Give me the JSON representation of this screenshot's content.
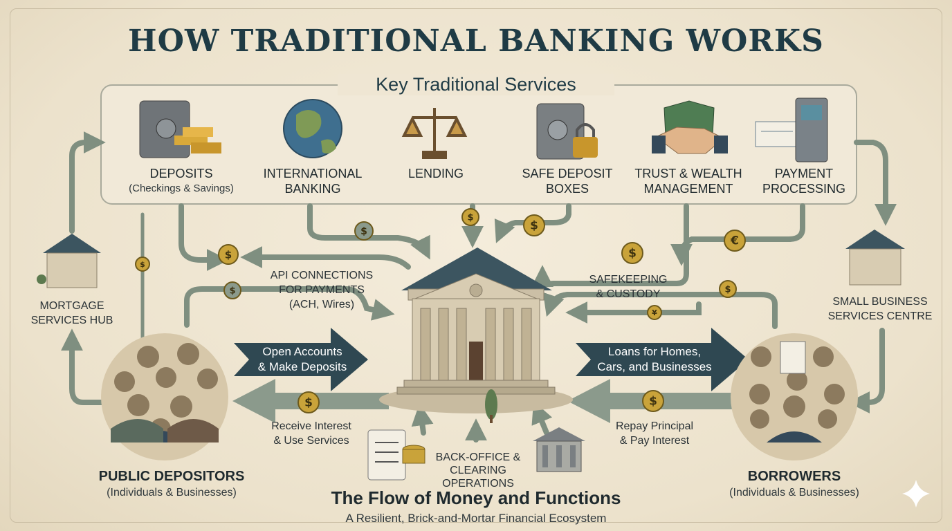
{
  "title": "HOW TRADITIONAL BANKING WORKS",
  "services": {
    "heading": "Key Traditional Services",
    "items": [
      {
        "line1": "DEPOSITS",
        "line2": "(Checkings & Savings)"
      },
      {
        "line1": "INTERNATIONAL",
        "line2": "BANKING"
      },
      {
        "line1": "LENDING",
        "line2": ""
      },
      {
        "line1": "SAFE DEPOSIT",
        "line2": "BOXES"
      },
      {
        "line1": "TRUST & WEALTH",
        "line2": "MANAGEMENT"
      },
      {
        "line1": "PAYMENT",
        "line2": "PROCESSING"
      }
    ]
  },
  "hubs": {
    "mortgage": {
      "line1": "MORTGAGE",
      "line2": "SERVICES HUB"
    },
    "small_business": {
      "line1": "SMALL BUSINESS",
      "line2": "SERVICES CENTRE"
    }
  },
  "flows": {
    "api": {
      "line1": "API CONNECTIONS",
      "line2": "FOR PAYMENTS",
      "line3": "(ACH, Wires)"
    },
    "safekeeping": {
      "line1": "SAFEKEEPING",
      "line2": "& CUSTODY"
    },
    "open_accounts": {
      "line1": "Open Accounts",
      "line2": "& Make Deposits"
    },
    "loans": {
      "line1": "Loans for Homes,",
      "line2": "Cars, and Businesses"
    },
    "receive_interest": {
      "line1": "Receive Interest",
      "line2": "& Use Services"
    },
    "repay": {
      "line1": "Repay Principal",
      "line2": "& Pay Interest"
    },
    "back_office": {
      "line1": "BACK-OFFICE &",
      "line2": "CLEARING",
      "line3": "OPERATIONS"
    }
  },
  "parties": {
    "depositors": {
      "name": "PUBLIC DEPOSITORS",
      "sub": "(Individuals & Businesses)"
    },
    "borrowers": {
      "name": "BORROWERS",
      "sub": "(Individuals & Businesses)"
    }
  },
  "footer": {
    "title": "The Flow of Money and Functions",
    "subtitle": "A Resilient, Brick-and-Mortar Financial Ecosystem"
  },
  "coins": {
    "dollar": "$",
    "euro": "€",
    "yen": "¥"
  },
  "colors": {
    "background": "#efe6d3",
    "title": "#1f3b45",
    "arrow_dark": "#2f4852",
    "arrow_sage": "#7f8f80",
    "coin": "#c9a33a"
  }
}
